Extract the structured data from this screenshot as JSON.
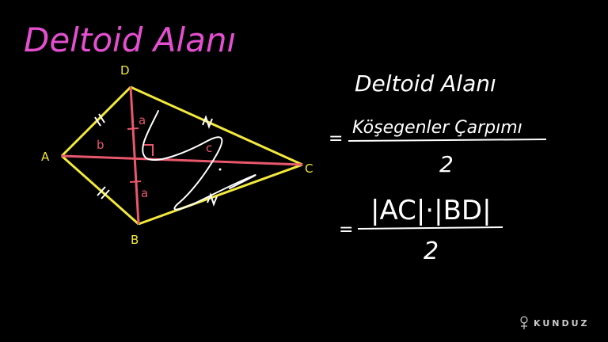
{
  "title": "Deltoid Alanı",
  "diagram": {
    "vertices": {
      "a": "A",
      "b": "B",
      "c": "C",
      "d": "D"
    },
    "segments": {
      "upper_left": "a",
      "lower_left": "a",
      "left_half": "b",
      "right_half": "c"
    }
  },
  "formula": {
    "heading": "Deltoid Alanı",
    "step1_numerator": "Köşegenler Çarpımı",
    "step1_denominator": "2",
    "step2_numerator": "|AC|·|BD|",
    "step2_denominator": "2",
    "equals": "="
  },
  "logo": {
    "text": "KUNDUZ"
  },
  "colors": {
    "background": "#000000",
    "title": "#e44fd0",
    "kite": "#f2e93b",
    "diagonal": "#e8586c",
    "chalk": "#ffffff",
    "label": "#f2e93b"
  }
}
